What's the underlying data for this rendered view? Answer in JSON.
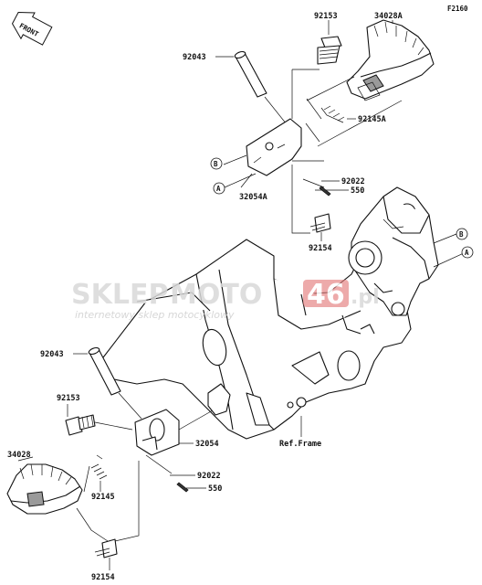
{
  "diagram_code": "F2160",
  "front_label": "FRONT",
  "watermark": {
    "brand_a": "SKLEP",
    "brand_b": "MOTO",
    "brand_c": "46",
    "brand_d": ".pl",
    "subtitle": "internetowy sklep motocyklowy"
  },
  "labels": {
    "p92153_top": "92153",
    "p34028A": "34028A",
    "p92043_top": "92043",
    "p92145A": "92145A",
    "p32054A": "32054A",
    "p92022_top": "92022",
    "p550_top": "550",
    "p92154_top": "92154",
    "ref_B_top": "B",
    "ref_A_top": "A",
    "ref_B_right": "B",
    "ref_A_right": "A",
    "p92043_bot": "92043",
    "p92153_bot": "92153",
    "p32054": "32054",
    "ref_frame": "Ref.Frame",
    "p34028": "34028",
    "p92022_bot": "92022",
    "p550_bot": "550",
    "p92145": "92145",
    "p92154_bot": "92154"
  }
}
